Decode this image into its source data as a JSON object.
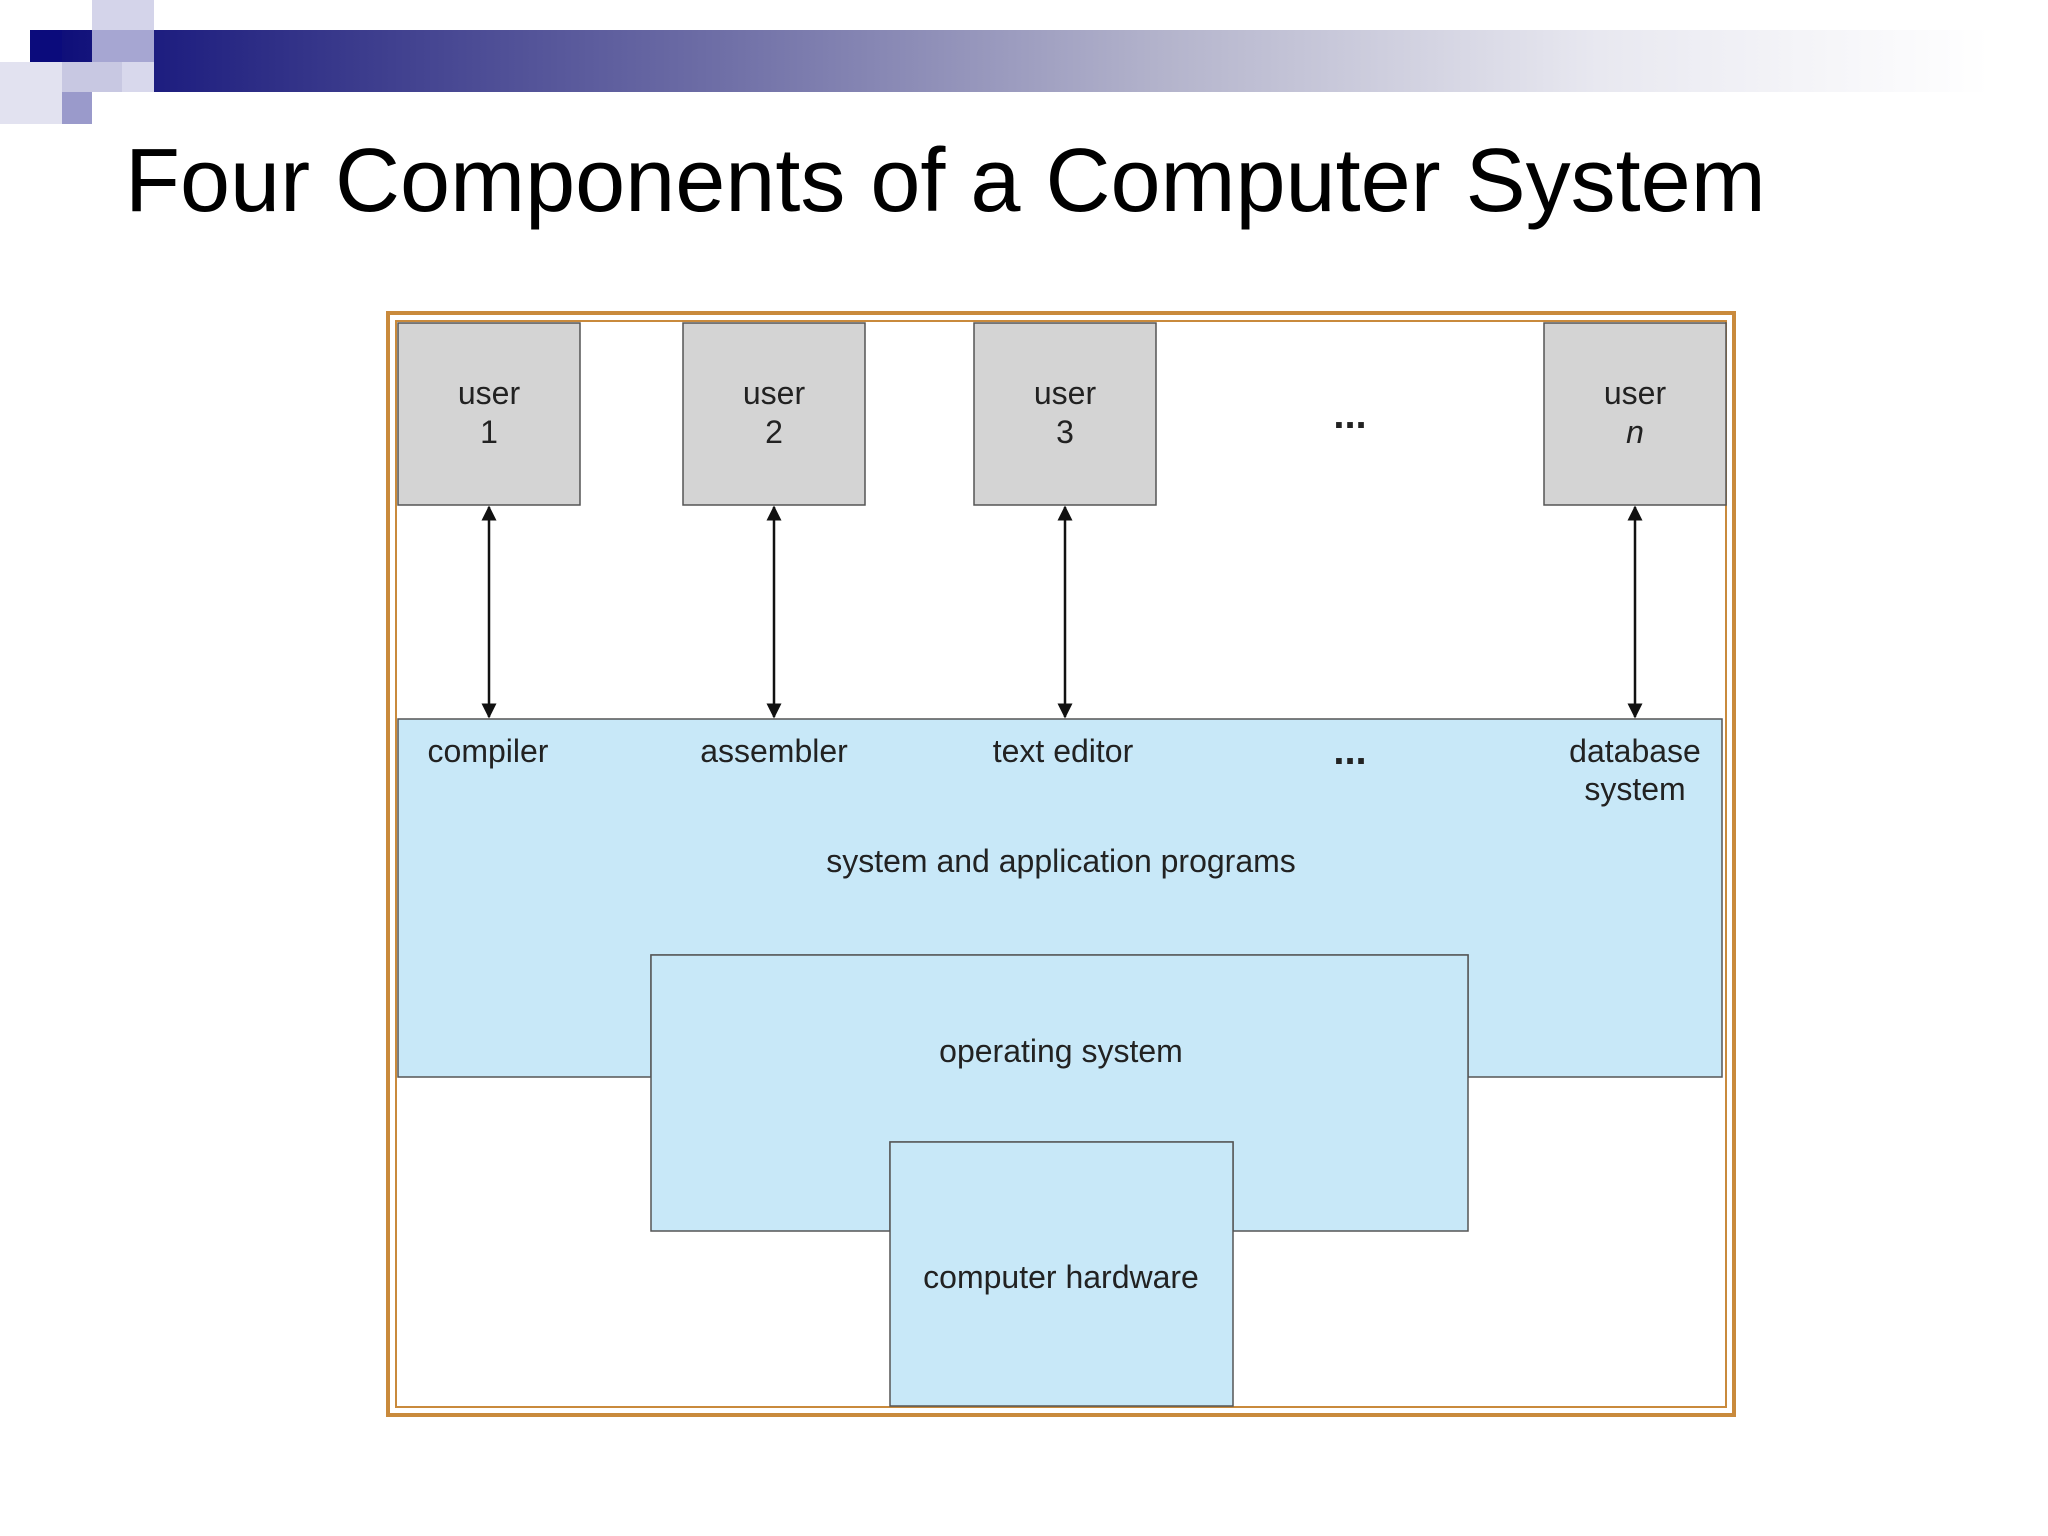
{
  "slide": {
    "title": "Four Components of a Computer System"
  },
  "colors": {
    "frame": "#c98a3c",
    "user_box": "#d4d4d4",
    "layer_fill": "#c8e8f8",
    "outline": "#555555"
  },
  "diagram": {
    "users": [
      {
        "line1": "user",
        "line2": "1"
      },
      {
        "line1": "user",
        "line2": "2"
      },
      {
        "line1": "user",
        "line2": "3"
      },
      {
        "line1": "user",
        "line2": "n"
      }
    ],
    "users_ellipsis": "...",
    "programs": [
      "compiler",
      "assembler",
      "text editor",
      "database",
      "system"
    ],
    "programs_ellipsis": "...",
    "programs_layer_label": "system and application programs",
    "os_label": "operating system",
    "hardware_label": "computer hardware"
  }
}
